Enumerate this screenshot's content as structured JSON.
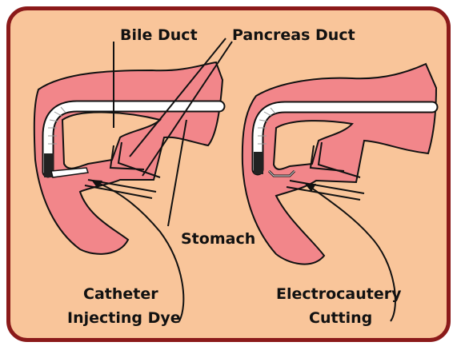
{
  "labels": {
    "bile_duct": "Bile Duct",
    "pancreas_duct": "Pancreas Duct",
    "stomach": "Stomach",
    "catheter_line1": "Catheter",
    "catheter_line2": "Injecting Dye",
    "electro_line1": "Electrocautery",
    "electro_line2": "Cutting"
  },
  "colors": {
    "background": "#f9c59a",
    "border": "#8b1a1a",
    "tissue": "#f2868a",
    "outline": "#111111",
    "scope": "#ffffff"
  }
}
